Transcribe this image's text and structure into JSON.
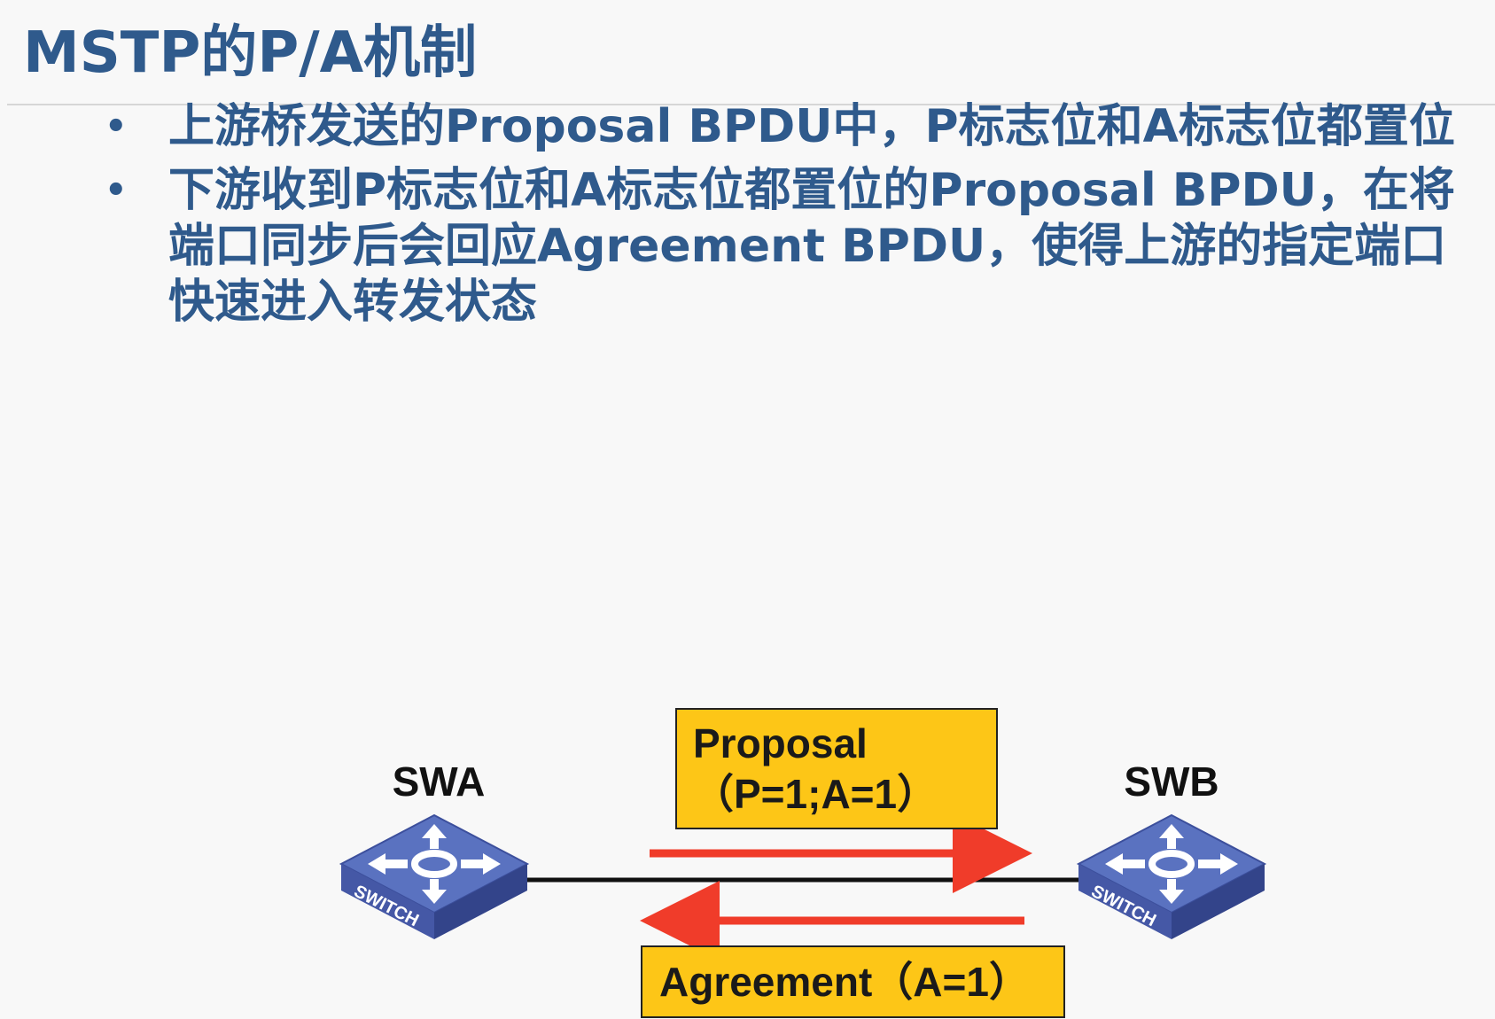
{
  "slide": {
    "title": "MSTP的P/A机制",
    "bullets": [
      "上游桥发送的Proposal BPDU中，P标志位和A标志位都置位",
      "下游收到P标志位和A标志位都置位的Proposal BPDU，在将端口同步后会回应Agreement BPDU，使得上游的指定端口快速进入转发状态"
    ]
  },
  "diagram": {
    "switch_a": {
      "name": "SWA",
      "badge": "SWITCH"
    },
    "switch_b": {
      "name": "SWB",
      "badge": "SWITCH"
    },
    "proposal": {
      "line1": "Proposal",
      "line2": "（P=1;A=1）"
    },
    "agreement": {
      "label": "Agreement（A=1）"
    }
  },
  "colors": {
    "title": "#2f5a8c",
    "arrow": "#f03c2a",
    "label_box": "#fdc617",
    "switch_top": "#5a72c0",
    "switch_side": "#33448a"
  }
}
